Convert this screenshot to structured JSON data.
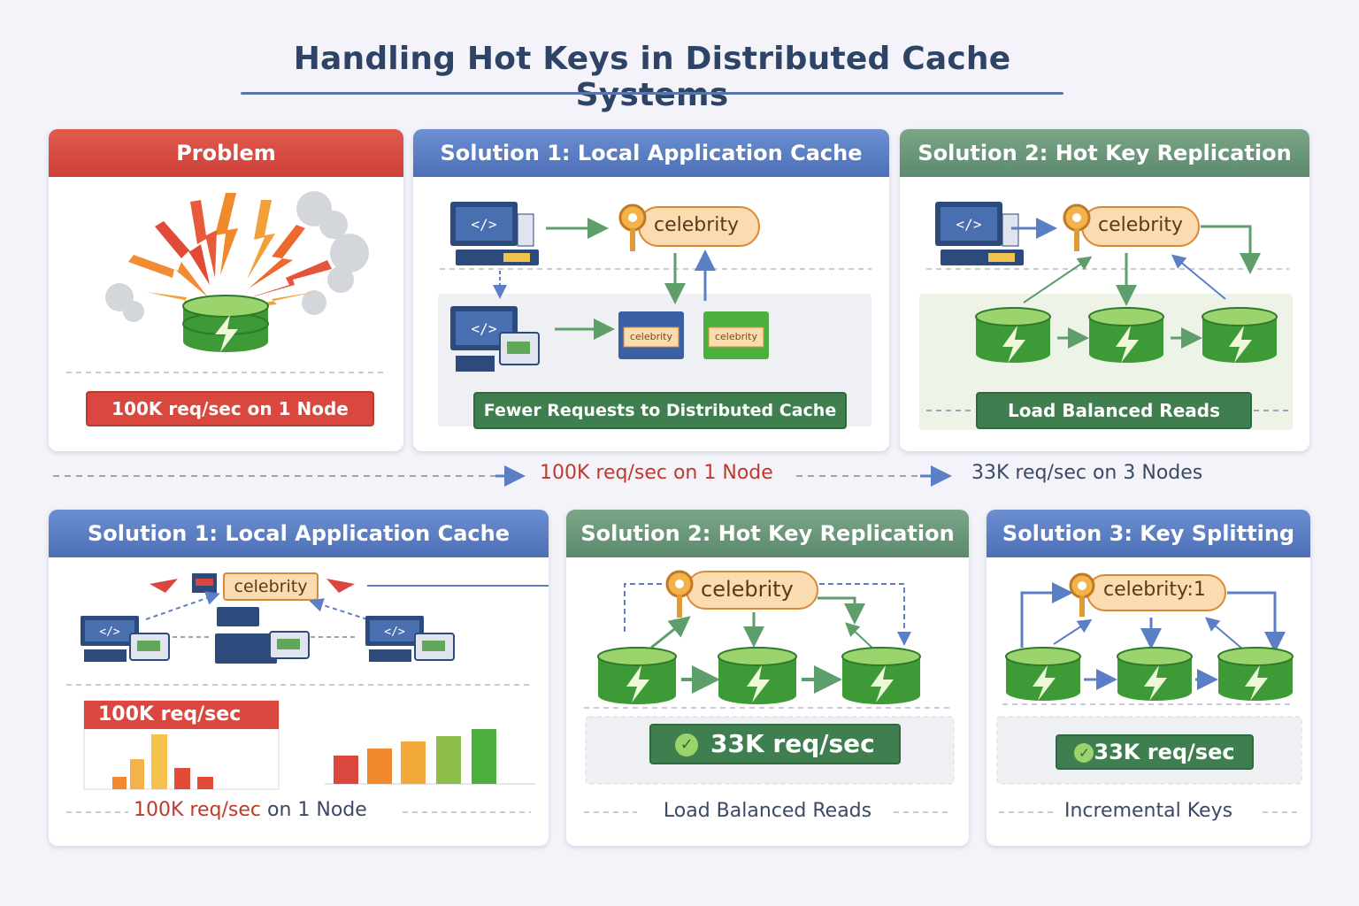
{
  "title": "Handling Hot Keys in Distributed Cache Systems",
  "top_panels": {
    "problem": {
      "header": "Problem",
      "badge": "100K req/sec on 1 Node"
    },
    "local_cache": {
      "header": "Solution 1: Local Application Cache",
      "key_label": "celebrity",
      "mini_key_label_a": "celebrity",
      "mini_key_label_b": "celebrity",
      "badge": "Fewer Requests to Distributed Cache"
    },
    "replication": {
      "header": "Solution 2: Hot Key Replication",
      "key_label": "celebrity",
      "badge": "Load Balanced Reads"
    }
  },
  "flow": {
    "before": "100K req/sec on 1 Node",
    "after": "33K req/sec on 3 Nodes"
  },
  "bottom_panels": {
    "local_cache": {
      "header": "Solution 1: Local Application Cache",
      "key_label": "celebrity",
      "chart_label": "100K req/sec",
      "caption_red": "100K req/sec",
      "caption_dark": "on 1 Node"
    },
    "replication": {
      "header": "Solution 2: Hot Key Replication",
      "key_label": "celebrity",
      "badge": "33K req/sec",
      "caption": "Load Balanced Reads"
    },
    "splitting": {
      "header": "Solution 3: Key Splitting",
      "key_label": "celebrity:1",
      "badge": "33K req/sec",
      "caption": "Incremental Keys"
    }
  },
  "colors": {
    "problem": "#d9473e",
    "solution_blue": "#5a7cc2",
    "solution_green": "#6a977a",
    "cache_node": "#4caf3e",
    "key_fill": "#fbdcb0"
  }
}
